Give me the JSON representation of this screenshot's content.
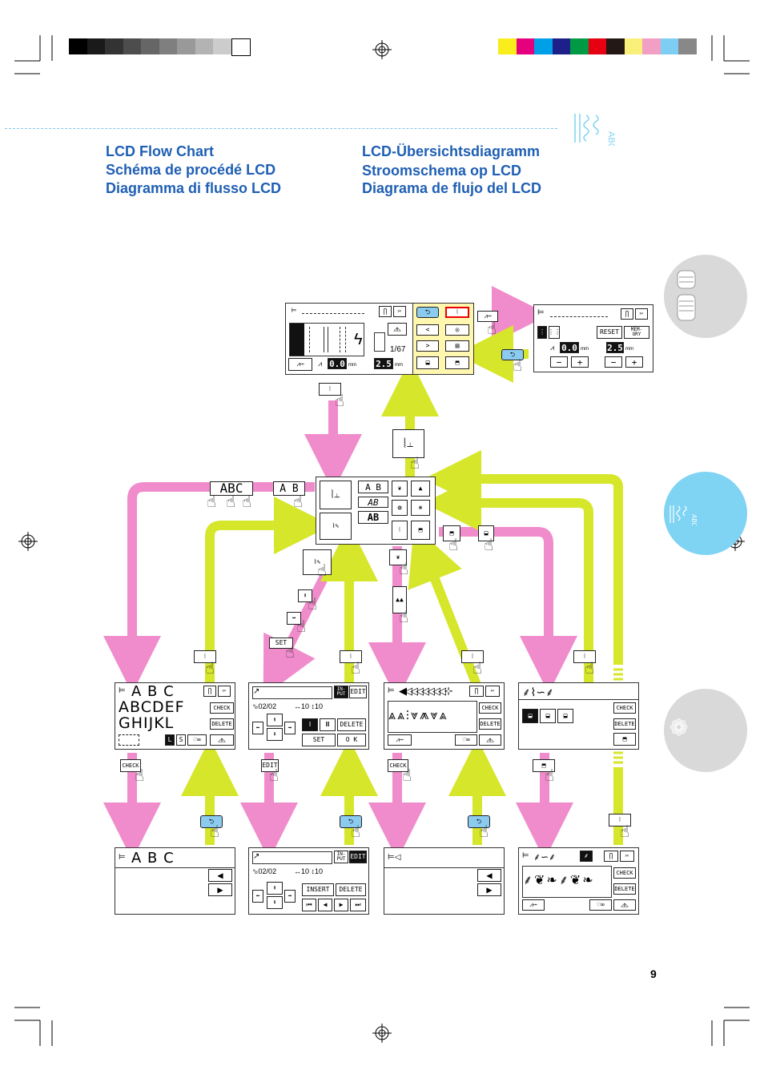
{
  "titles": {
    "en": "LCD Flow Chart",
    "fr": "Schéma de procédé LCD",
    "it": "Diagramma di flusso LCD",
    "de": "LCD-Übersichtsdiagramm",
    "nl": "Stroomschema op LCD",
    "es": "Diagrama de flujo del LCD"
  },
  "page_number": "9",
  "colors": {
    "title_blue": "#1f5fb4",
    "pink_arrow": "#f08ccb",
    "green_arrow": "#d6e62a",
    "lcd_yellow": "#fff7b0",
    "tab_blue": "#7fd3f3",
    "tab_gray": "#d9d9d9"
  },
  "swatches_gray": [
    "#000000",
    "#1a1a1a",
    "#333333",
    "#4d4d4d",
    "#666666",
    "#7f7f7f",
    "#999999",
    "#b3b3b3",
    "#cccccc",
    "#ffffff"
  ],
  "swatches_color": [
    "#f9ed1c",
    "#e5007e",
    "#00a0e9",
    "#1d2088",
    "#009944",
    "#e60012",
    "#231815",
    "#f9f07a",
    "#f29fc5",
    "#7ecef4",
    "#888888"
  ],
  "top_left_lcd": {
    "page": "1/67",
    "width_value": "0.0",
    "length_value": "2.5",
    "unit": "mm"
  },
  "top_right_lcd": {
    "reset": "RESET",
    "memory": "MEM-\nORY",
    "width_value": "0.0",
    "length_value": "2.5",
    "unit": "mm",
    "minus": "−",
    "plus": "+"
  },
  "menu_lcd": {
    "ab_top": "A B",
    "ab_italic": "AB",
    "ab_outline": "AB"
  },
  "buttons": {
    "check": "CHECK",
    "delete": "DELETE",
    "edit": "EDIT",
    "input": "IN-\nPUT",
    "set": "SET",
    "ok": "O K",
    "insert": "INSERT"
  },
  "panel_abc": {
    "header": "A B C",
    "row1": "ABCDEF",
    "row2": "GHIJKL",
    "l": "L",
    "s": "S"
  },
  "panel_edit": {
    "count": "02/02",
    "w": "10",
    "h": "10"
  },
  "panel_abc_bottom": {
    "header": "A B C"
  },
  "panel_edit_bottom": {
    "count": "02/02",
    "w": "10",
    "h": "10"
  },
  "side_icons": {
    "abc_small": "ABC",
    "abc_tab": "ABC"
  }
}
